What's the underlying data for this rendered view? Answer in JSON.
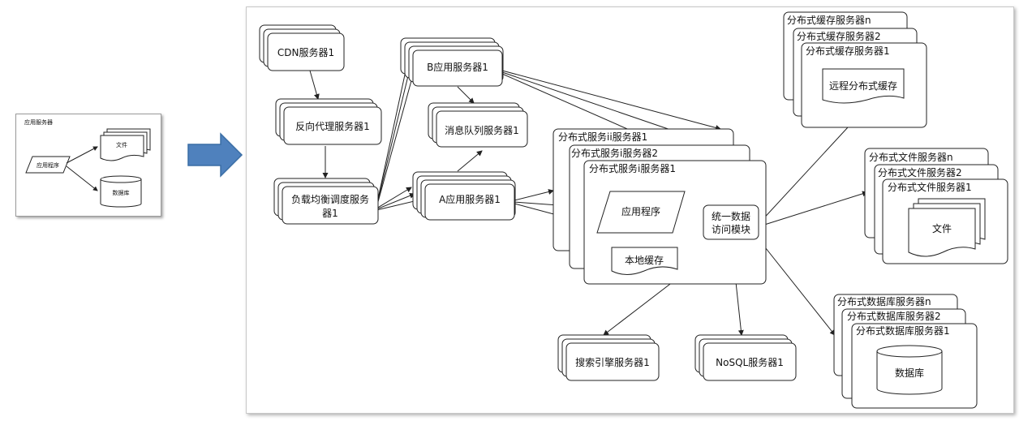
{
  "small": {
    "title": "应用服务器",
    "app": "应用程序",
    "file": "文件",
    "db": "数据库"
  },
  "colors": {
    "arrow": "#4f81bd",
    "arrow_stroke": "#3a6ea5"
  },
  "main": {
    "cdn": "CDN服务器1",
    "proxy": "反向代理服务器1",
    "lb_line1": "负载均衡调度服务",
    "lb_line2": "器1",
    "b_app": "B应用服务器1",
    "mq": "消息队列服务器1",
    "a_app": "A应用服务器1",
    "svc_ii": "分布式服务ii服务器1",
    "svc_i2": "分布式服务i服务器2",
    "svc_i1": "分布式服务i服务器1",
    "app_prog": "应用程序",
    "local_cache": "本地缓存",
    "uda_line1": "统一数据",
    "uda_line2": "访问模块",
    "search": "搜索引擎服务器1",
    "nosql": "NoSQL服务器1",
    "cache_n": "分布式缓存服务器n",
    "cache_2": "分布式缓存服务器2",
    "cache_1": "分布式缓存服务器1",
    "remote_cache": "远程分布式缓存",
    "file_n": "分布式文件服务器n",
    "file_2": "分布式文件服务器2",
    "file_1": "分布式文件服务器1",
    "file": "文件",
    "db_n": "分布式数据库服务器n",
    "db_2": "分布式数据库服务器2",
    "db_1": "分布式数据库服务器1",
    "db": "数据库"
  }
}
